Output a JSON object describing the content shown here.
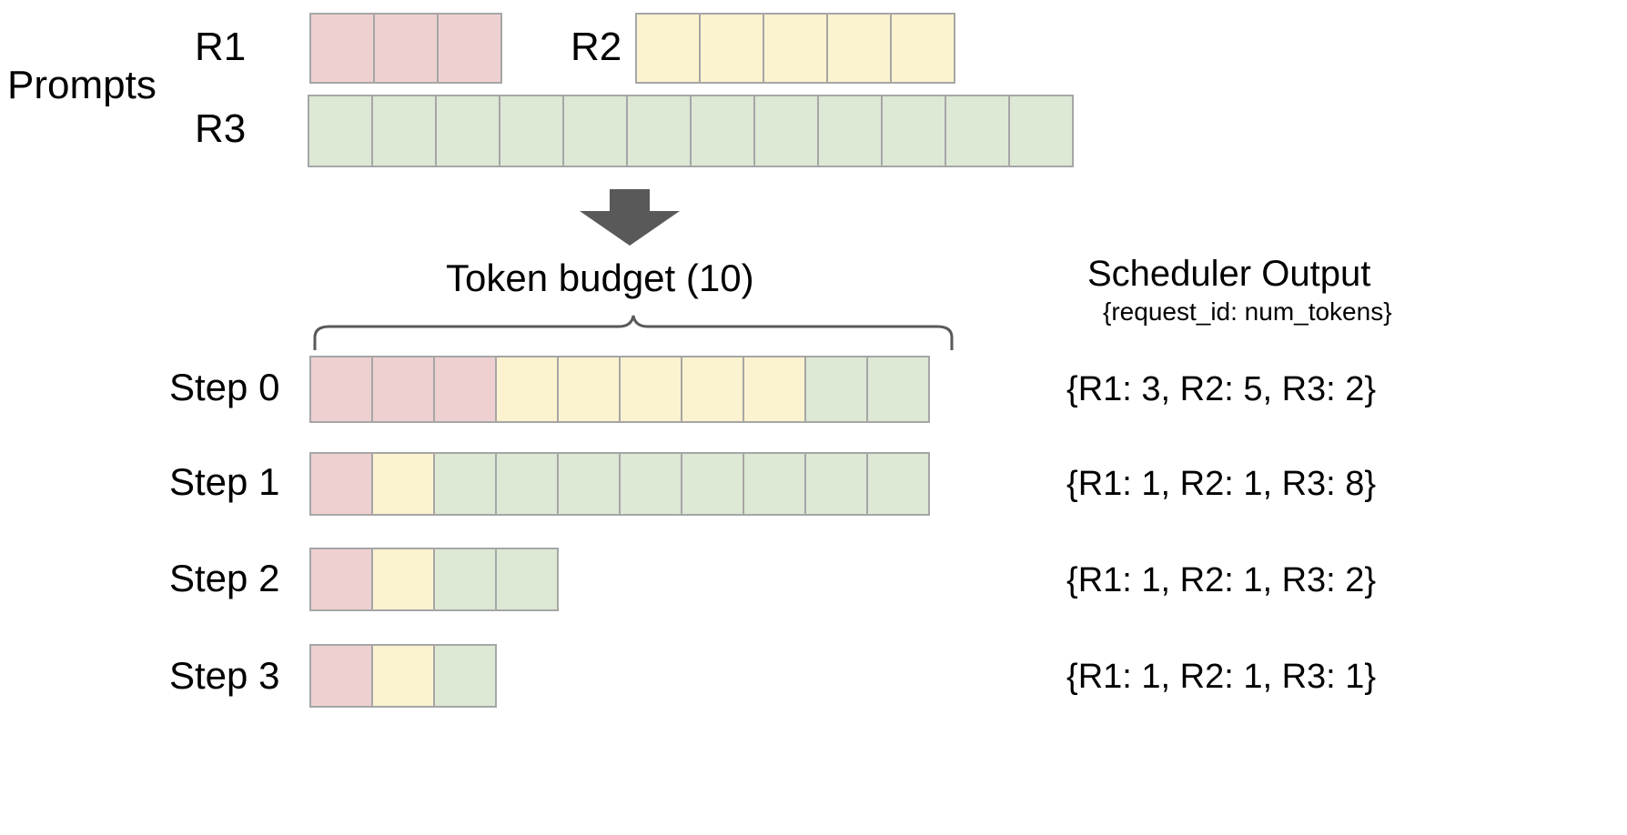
{
  "prompts": {
    "section_label": "Prompts",
    "requests": [
      {
        "id": "R1",
        "label": "R1",
        "tokens": 3,
        "color_key": "r1",
        "color": "#efd0d1"
      },
      {
        "id": "R2",
        "label": "R2",
        "tokens": 5,
        "color_key": "r2",
        "color": "#fbf2cf"
      },
      {
        "id": "R3",
        "label": "R3",
        "tokens": 12,
        "color_key": "r3",
        "color": "#dde8d5"
      }
    ]
  },
  "arrow": {
    "icon": "down-arrow-icon",
    "color": "#595959"
  },
  "token_budget": {
    "label": "Token budget (10)",
    "value": 10
  },
  "steps": [
    {
      "label": "Step 0",
      "segments": [
        {
          "request": "R1",
          "count": 3,
          "color_key": "r1"
        },
        {
          "request": "R2",
          "count": 5,
          "color_key": "r2"
        },
        {
          "request": "R3",
          "count": 2,
          "color_key": "r3"
        }
      ],
      "total": 10,
      "output": "{R1: 3, R2: 5, R3: 2}"
    },
    {
      "label": "Step 1",
      "segments": [
        {
          "request": "R1",
          "count": 1,
          "color_key": "r1"
        },
        {
          "request": "R2",
          "count": 1,
          "color_key": "r2"
        },
        {
          "request": "R3",
          "count": 8,
          "color_key": "r3"
        }
      ],
      "total": 10,
      "output": "{R1: 1, R2: 1, R3: 8}"
    },
    {
      "label": "Step 2",
      "segments": [
        {
          "request": "R1",
          "count": 1,
          "color_key": "r1"
        },
        {
          "request": "R2",
          "count": 1,
          "color_key": "r2"
        },
        {
          "request": "R3",
          "count": 2,
          "color_key": "r3"
        }
      ],
      "total": 4,
      "output": "{R1: 1, R2: 1, R3: 2}"
    },
    {
      "label": "Step 3",
      "segments": [
        {
          "request": "R1",
          "count": 1,
          "color_key": "r1"
        },
        {
          "request": "R2",
          "count": 1,
          "color_key": "r2"
        },
        {
          "request": "R3",
          "count": 1,
          "color_key": "r3"
        }
      ],
      "total": 3,
      "output": "{R1: 1, R2: 1, R3: 1}"
    }
  ],
  "scheduler_output": {
    "title": "Scheduler Output",
    "subtitle": "{request_id: num_tokens}",
    "rows": [
      "{R1: 3, R2: 5, R3: 2}",
      "{R1: 1, R2: 1, R3: 8}",
      "{R1: 1, R2: 1, R3: 2}",
      "{R1: 1, R2: 1, R3: 1}"
    ]
  },
  "palette": {
    "r1": "#efd0d1",
    "r2": "#fbf2cf",
    "r3": "#dde8d5",
    "cell_border": "#a6a6a6",
    "arrow": "#595959",
    "brace": "#595959",
    "text": "#000000"
  }
}
